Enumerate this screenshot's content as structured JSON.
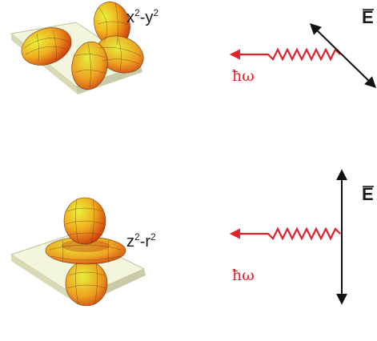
{
  "panels": [
    {
      "orbital_base": "x",
      "orbital_sup1": "2",
      "orbital_mid": "-y",
      "orbital_sup2": "2",
      "photon_label": "ħω",
      "field_label": "E"
    },
    {
      "orbital_base": "z",
      "orbital_sup1": "2",
      "orbital_mid": "-r",
      "orbital_sup2": "2",
      "photon_label": "ħω",
      "field_label": "E"
    }
  ],
  "colors": {
    "photon": "#e0202a",
    "slab_top": "#f3f5dc",
    "slab_side": "#c9cba8",
    "lobe_light": "#e8f23a",
    "lobe_mid": "#f0a020",
    "lobe_dark": "#d03a10",
    "arrow": "#111111"
  }
}
